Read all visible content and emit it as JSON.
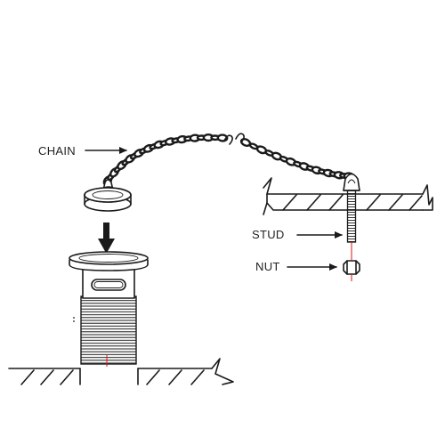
{
  "labels": {
    "chain": "CHAIN",
    "stud": "STUD",
    "nut": "NUT"
  },
  "colors": {
    "ink": "#1a1a1a",
    "background": "#ffffff",
    "centerline": "#e01010",
    "label_text": "#222222"
  }
}
